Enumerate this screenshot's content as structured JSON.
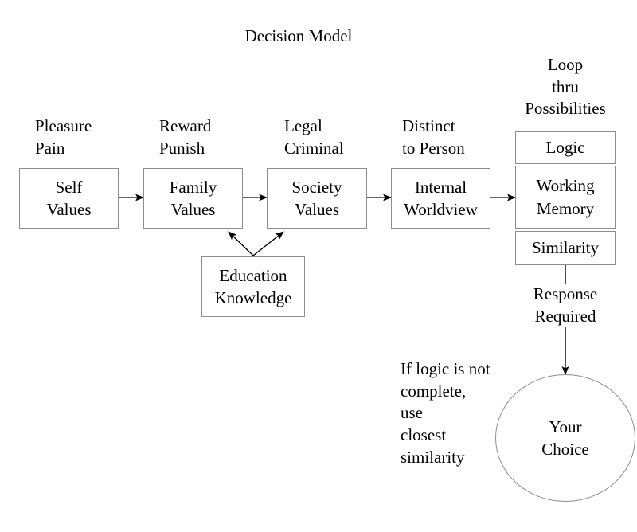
{
  "diagram": {
    "title": "Decision Model",
    "type": "flowchart",
    "background_color": "#ffffff",
    "box_border_color": "#8d8d8d",
    "arrow_color": "#000000",
    "text_color": "#000000"
  },
  "captions": [
    {
      "id": "caption-self",
      "text": "Pleasure\nPain",
      "align": "left"
    },
    {
      "id": "caption-family",
      "text": "Reward\nPunish",
      "align": "left"
    },
    {
      "id": "caption-society",
      "text": "Legal\nCriminal",
      "align": "left"
    },
    {
      "id": "caption-internal",
      "text": "Distinct\nto Person",
      "align": "left"
    },
    {
      "id": "caption-loop",
      "text": "Loop\nthru\nPossibilities",
      "align": "center"
    }
  ],
  "nodes": [
    {
      "id": "self-values",
      "label": "Self\nValues",
      "shape": "rect"
    },
    {
      "id": "family-values",
      "label": "Family\nValues",
      "shape": "rect"
    },
    {
      "id": "society-values",
      "label": "Society\nValues",
      "shape": "rect"
    },
    {
      "id": "internal-worldview",
      "label": "Internal\nWorldview",
      "shape": "rect"
    },
    {
      "id": "education-knowledge",
      "label": "Education\nKnowledge",
      "shape": "rect"
    },
    {
      "id": "logic",
      "label": "Logic",
      "shape": "rect"
    },
    {
      "id": "working-memory",
      "label": "Working\nMemory",
      "shape": "rect"
    },
    {
      "id": "similarity",
      "label": "Similarity",
      "shape": "rect"
    },
    {
      "id": "your-choice",
      "label": "Your\nChoice",
      "shape": "ellipse"
    }
  ],
  "edge_labels": [
    {
      "id": "response-required",
      "text": "Response\nRequired"
    }
  ],
  "notes": [
    {
      "id": "similarity-note",
      "text": "If logic is not\ncomplete,\nuse\nclosest\nsimilarity"
    }
  ],
  "edges": [
    {
      "from": "self-values",
      "to": "family-values",
      "style": "arrow"
    },
    {
      "from": "family-values",
      "to": "society-values",
      "style": "arrow"
    },
    {
      "from": "society-values",
      "to": "internal-worldview",
      "style": "arrow"
    },
    {
      "from": "internal-worldview",
      "to": "working-memory",
      "style": "arrow"
    },
    {
      "from": "education-knowledge",
      "to": "family-values",
      "style": "arrow"
    },
    {
      "from": "education-knowledge",
      "to": "society-values",
      "style": "arrow"
    },
    {
      "from": "similarity",
      "to": "your-choice",
      "style": "arrow",
      "label": "Response\nRequired"
    }
  ]
}
